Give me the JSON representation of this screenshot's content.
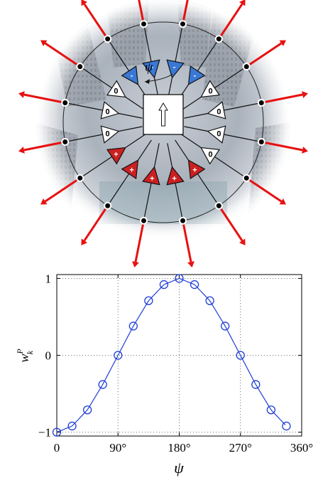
{
  "diagram": {
    "center_arrow_icon": "up-arrow-icon",
    "angle_symbol": "ψ",
    "background": "fisheye-city-photo",
    "colors": {
      "positive": "#cc2020",
      "negative": "#3a78d6",
      "zero": "#ffffff",
      "arrow": "#e81010"
    },
    "units": [
      {
        "sign": "-"
      },
      {
        "sign": "-"
      },
      {
        "sign": "-"
      },
      {
        "sign": "-"
      },
      {
        "sign": "0"
      },
      {
        "sign": "0"
      },
      {
        "sign": "0"
      },
      {
        "sign": "0"
      },
      {
        "sign": "+"
      },
      {
        "sign": "+"
      },
      {
        "sign": "+"
      },
      {
        "sign": "+"
      },
      {
        "sign": "+"
      },
      {
        "sign": "0"
      },
      {
        "sign": "0"
      },
      {
        "sign": "0"
      }
    ]
  },
  "chart_data": {
    "type": "line",
    "xlabel": "ψ",
    "ylabel": "w_k^P",
    "xlim": [
      0,
      360
    ],
    "ylim": [
      -1.05,
      1.05
    ],
    "grid": true,
    "x_ticks": [
      {
        "value": 0,
        "label": "0"
      },
      {
        "value": 90,
        "label": "90°"
      },
      {
        "value": 180,
        "label": "180°"
      },
      {
        "value": 270,
        "label": "270°"
      },
      {
        "value": 360,
        "label": "360°"
      }
    ],
    "y_ticks": [
      {
        "value": -1,
        "label": "−1"
      },
      {
        "value": 0,
        "label": "0"
      },
      {
        "value": 1,
        "label": "1"
      }
    ],
    "series": [
      {
        "color": "#1f3fd6",
        "marker": "circle",
        "x": [
          0,
          22.5,
          45,
          67.5,
          90,
          112.5,
          135,
          157.5,
          180,
          202.5,
          225,
          247.5,
          270,
          292.5,
          315,
          337.5
        ],
        "y": [
          -1,
          -0.92,
          -0.71,
          -0.38,
          0,
          0.38,
          0.71,
          0.92,
          1,
          0.92,
          0.71,
          0.38,
          0,
          -0.38,
          -0.71,
          -0.92
        ]
      }
    ]
  }
}
